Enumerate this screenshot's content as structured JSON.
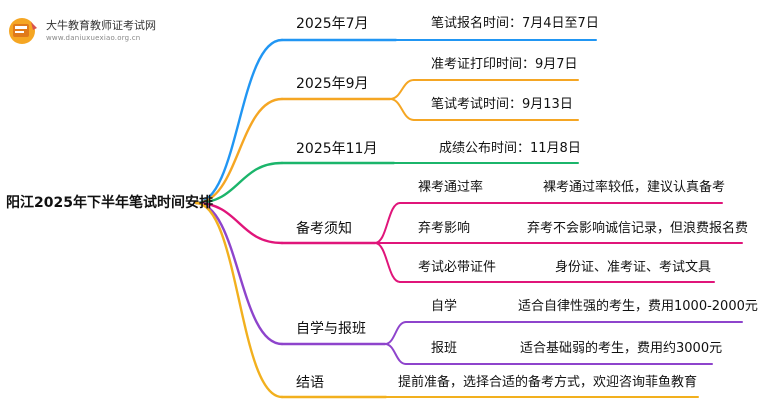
{
  "logo": {
    "title": "大牛教育教师证考试网",
    "url": "www.daniuxuexiao.org.cn"
  },
  "root": "阳江2025年下半年笔试时间安排",
  "colors": {
    "blue": "#2196F3",
    "orange": "#F5A623",
    "green": "#1BB56B",
    "magenta": "#E0157A",
    "purple": "#8E44CC",
    "yellow": "#F2B01E"
  },
  "branches": [
    {
      "label": "2025年7月",
      "color": "blue",
      "children": [
        {
          "label": "",
          "desc": "笔试报名时间：7月4日至7日"
        }
      ]
    },
    {
      "label": "2025年9月",
      "color": "orange",
      "children": [
        {
          "label": "",
          "desc": "准考证打印时间：9月7日"
        },
        {
          "label": "",
          "desc": "笔试考试时间：9月13日"
        }
      ]
    },
    {
      "label": "2025年11月",
      "color": "green",
      "children": [
        {
          "label": "",
          "desc": "成绩公布时间：11月8日"
        }
      ]
    },
    {
      "label": "备考须知",
      "color": "magenta",
      "children": [
        {
          "label": "裸考通过率",
          "desc": "裸考通过率较低，建议认真备考"
        },
        {
          "label": "弃考影响",
          "desc": "弃考不会影响诚信记录，但浪费报名费"
        },
        {
          "label": "考试必带证件",
          "desc": "身份证、准考证、考试文具"
        }
      ]
    },
    {
      "label": "自学与报班",
      "color": "purple",
      "children": [
        {
          "label": "自学",
          "desc": "适合自律性强的考生，费用1000-2000元"
        },
        {
          "label": "报班",
          "desc": "适合基础弱的考生，费用约3000元"
        }
      ]
    },
    {
      "label": "结语",
      "color": "yellow",
      "children": [
        {
          "label": "",
          "desc": "提前准备，选择合适的备考方式，欢迎咨询菲鱼教育"
        }
      ]
    }
  ]
}
